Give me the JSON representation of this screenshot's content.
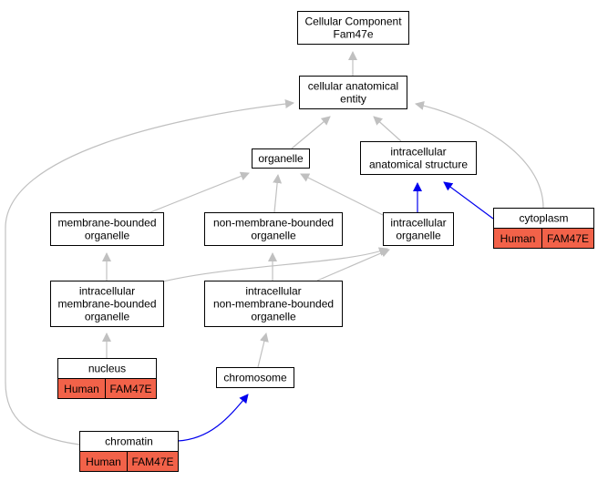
{
  "colors": {
    "grey_edge": "#c0c0c0",
    "blue_edge": "#0000ee",
    "annotation_fill": "#f26249"
  },
  "nodes": {
    "root": {
      "lines": [
        "Cellular Component",
        "Fam47e"
      ]
    },
    "cellular_anatomical_entity": {
      "lines": [
        "cellular anatomical",
        "entity"
      ]
    },
    "organelle": {
      "lines": [
        "organelle"
      ]
    },
    "intracellular_anatomical_structure": {
      "lines": [
        "intracellular",
        "anatomical structure"
      ]
    },
    "membrane_bounded_organelle": {
      "lines": [
        "membrane-bounded",
        "organelle"
      ]
    },
    "non_membrane_bounded_organelle": {
      "lines": [
        "non-membrane-bounded",
        "organelle"
      ]
    },
    "intracellular_organelle": {
      "lines": [
        "intracellular",
        "organelle"
      ]
    },
    "cytoplasm": {
      "lines": [
        "cytoplasm"
      ],
      "annotation": [
        "Human",
        "FAM47E"
      ]
    },
    "intracellular_membrane_bounded_organelle": {
      "lines": [
        "intracellular",
        "membrane-bounded",
        "organelle"
      ]
    },
    "intracellular_non_membrane_bounded_organelle": {
      "lines": [
        "intracellular",
        "non-membrane-bounded",
        "organelle"
      ]
    },
    "nucleus": {
      "lines": [
        "nucleus"
      ],
      "annotation": [
        "Human",
        "FAM47E"
      ]
    },
    "chromosome": {
      "lines": [
        "chromosome"
      ]
    },
    "chromatin": {
      "lines": [
        "chromatin"
      ],
      "annotation": [
        "Human",
        "FAM47E"
      ]
    }
  },
  "edges": [
    {
      "from": "cellular_anatomical_entity",
      "to": "root",
      "color": "grey"
    },
    {
      "from": "organelle",
      "to": "cellular_anatomical_entity",
      "color": "grey"
    },
    {
      "from": "intracellular_anatomical_structure",
      "to": "cellular_anatomical_entity",
      "color": "grey"
    },
    {
      "from": "cytoplasm",
      "to": "cellular_anatomical_entity",
      "color": "grey"
    },
    {
      "from": "chromatin",
      "to": "cellular_anatomical_entity",
      "color": "grey"
    },
    {
      "from": "membrane_bounded_organelle",
      "to": "organelle",
      "color": "grey"
    },
    {
      "from": "non_membrane_bounded_organelle",
      "to": "organelle",
      "color": "grey"
    },
    {
      "from": "intracellular_organelle",
      "to": "organelle",
      "color": "grey"
    },
    {
      "from": "intracellular_organelle",
      "to": "intracellular_anatomical_structure",
      "color": "blue"
    },
    {
      "from": "cytoplasm",
      "to": "intracellular_anatomical_structure",
      "color": "blue"
    },
    {
      "from": "intracellular_membrane_bounded_organelle",
      "to": "membrane_bounded_organelle",
      "color": "grey"
    },
    {
      "from": "intracellular_membrane_bounded_organelle",
      "to": "intracellular_organelle",
      "color": "grey"
    },
    {
      "from": "intracellular_non_membrane_bounded_organelle",
      "to": "non_membrane_bounded_organelle",
      "color": "grey"
    },
    {
      "from": "intracellular_non_membrane_bounded_organelle",
      "to": "intracellular_organelle",
      "color": "grey"
    },
    {
      "from": "nucleus",
      "to": "intracellular_membrane_bounded_organelle",
      "color": "grey"
    },
    {
      "from": "chromosome",
      "to": "intracellular_non_membrane_bounded_organelle",
      "color": "grey"
    },
    {
      "from": "chromatin",
      "to": "chromosome",
      "color": "blue"
    }
  ]
}
